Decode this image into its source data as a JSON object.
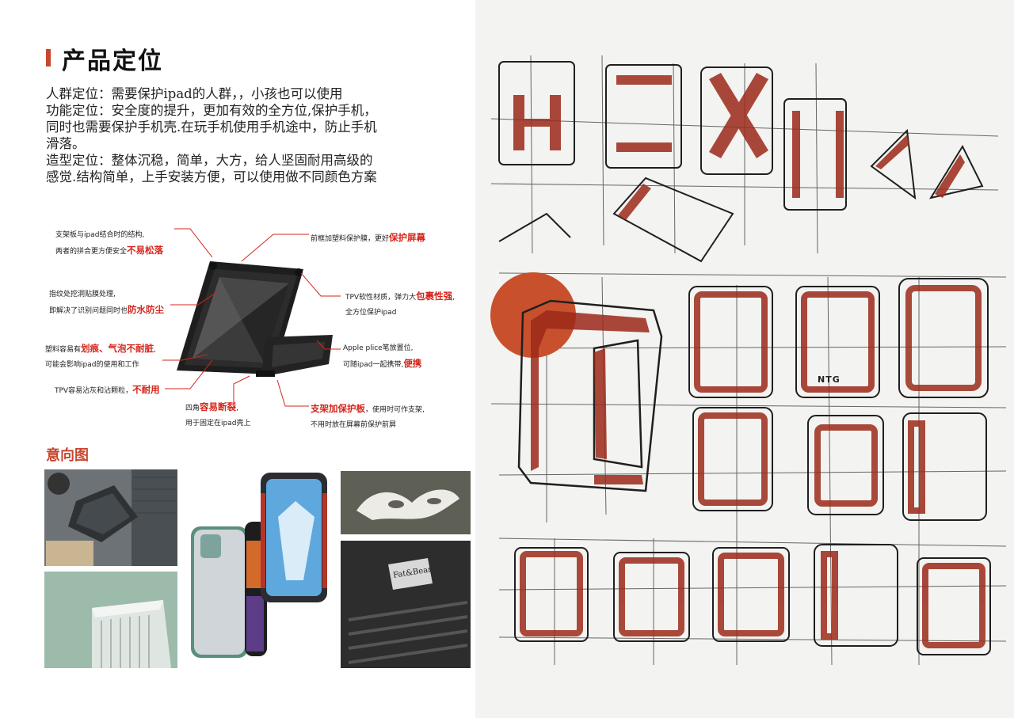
{
  "heading": "产品定位",
  "paragraph": [
    "人群定位：需要保护ipad的人群，，小孩也可以使用",
    "功能定位：安全度的提升，更加有效的全方位,保护手机，",
    "同时也需要保护手机壳.在玩手机使用手机途中，防止手机",
    "滑落。",
    "造型定位：整体沉稳，简单，大方，给人坚固耐用高级的",
    "感觉.结构简单，上手安装方便，可以使用做不同颜色方案"
  ],
  "annotations": {
    "a1": {
      "line1": "支架板与ipad结合时的结构,",
      "line2_pre": "两者的拼合更方便安全",
      "line2_hl": "不易松落"
    },
    "a2": {
      "pre": "前框加塑料保护膜，更好",
      "hl": "保护屏幕"
    },
    "a3": {
      "line1": "指纹处挖洞贴膜处理,",
      "line2_pre": "即解决了识别问题同时也",
      "line2_hl": "防水防尘"
    },
    "a4": {
      "line1_pre": "TPV软性材质，弹力大",
      "line1_hl": "包裹性强",
      "line1_post": ",",
      "line2": "全方位保护ipad"
    },
    "a5": {
      "line1_pre": "塑料容易有",
      "line1_hl": "划痕、气泡不耐脏",
      "line1_post": ",",
      "line2": "可能会影响ipad的使用和工作"
    },
    "a6": {
      "line1": "Apple plice笔放置位,",
      "line2_pre": "可随ipad一起携带,",
      "line2_hl": "便携"
    },
    "a7": {
      "pre": "TPV容易沾灰和沾颗粒，",
      "hl": "不耐用"
    },
    "a8": {
      "line1_pre": "四角",
      "line1_hl": "容易断裂",
      "line1_post": ",",
      "line2": "用于固定在ipad壳上"
    },
    "a9": {
      "line1_hl": "支架加保护板",
      "line1_post": "，使用时可作支架,",
      "line2": "不用时放在屏幕前保护前屏"
    }
  },
  "mood_title": "意向图",
  "photo_texts": {
    "fatbear": "Fat&Bear",
    "case_logo": "NTG"
  },
  "colors": {
    "accent": "#c8462f",
    "highlight": "#d4261c",
    "sketch_red": "#9b2a1a"
  }
}
